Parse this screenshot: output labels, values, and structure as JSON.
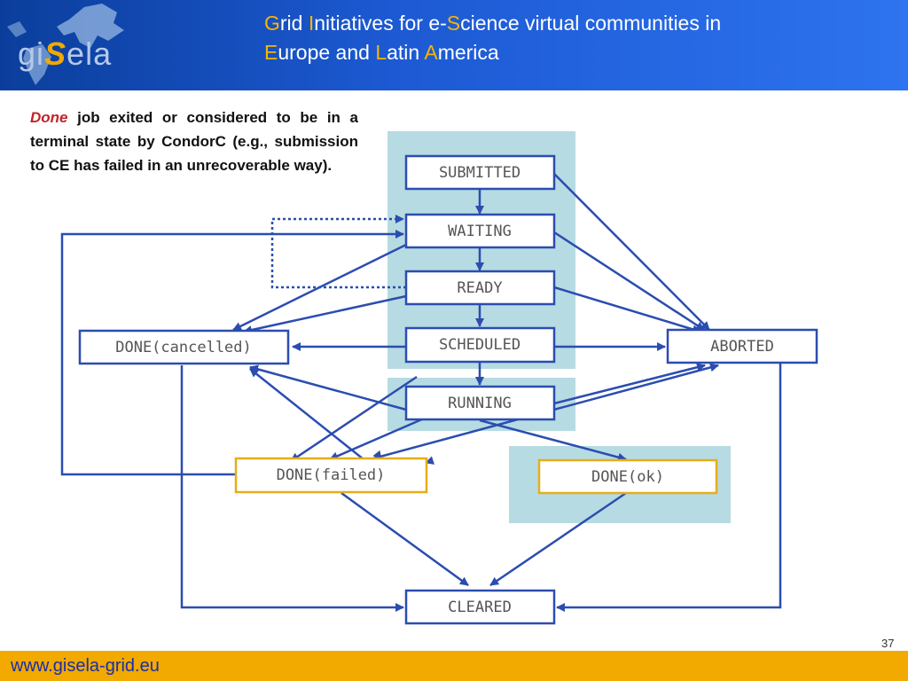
{
  "logo": {
    "prefix": "gi",
    "accent": "S",
    "suffix": "ela"
  },
  "title": {
    "l1": {
      "a1": "G",
      "t1": "rid ",
      "a2": "I",
      "t2": "nitiatives for e-",
      "a3": "S",
      "t3": "cience virtual communities in"
    },
    "l2": {
      "a1": "E",
      "t1": "urope and ",
      "a2": "L",
      "t2": "atin ",
      "a3": "A",
      "t3": "merica"
    }
  },
  "description": {
    "keyword": "Done",
    "text": " job exited or considered to be in a terminal state by CondorC (e.g., submission to CE has failed in an unrecoverable way)."
  },
  "states": {
    "submitted": "SUBMITTED",
    "waiting": "WAITING",
    "ready": "READY",
    "scheduled": "SCHEDULED",
    "running": "RUNNING",
    "done_cancelled": "DONE(cancelled)",
    "aborted": "ABORTED",
    "done_failed": "DONE(failed)",
    "done_ok": "DONE(ok)",
    "cleared": "CLEARED"
  },
  "footer": {
    "url": "www.gisela-grid.eu",
    "page": "37"
  },
  "colors": {
    "header": "#1d5ad4",
    "accent": "#f7b500",
    "footer": "#f2a900",
    "arrow": "#2b4db0",
    "panel": "#b7dbe2"
  }
}
